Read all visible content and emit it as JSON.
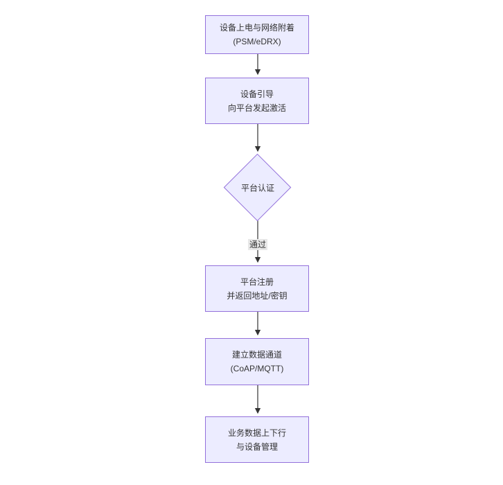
{
  "diagram": {
    "type": "flowchart",
    "direction": "top-down",
    "colors": {
      "node_fill": "#ECECFF",
      "node_border": "#9370DB",
      "text": "#333333",
      "arrow": "#333333",
      "edge_label_bg": "#e8e8e8",
      "background": "#ffffff"
    },
    "nodes": {
      "power": {
        "shape": "rect",
        "line1": "设备上电与网络附着",
        "line2": "(PSM/eDRX)"
      },
      "boot": {
        "shape": "rect",
        "line1": "设备引导",
        "line2": "向平台发起激活"
      },
      "auth": {
        "shape": "diamond",
        "label": "平台认证"
      },
      "register": {
        "shape": "rect",
        "line1": "平台注册",
        "line2": "并返回地址/密钥"
      },
      "channel": {
        "shape": "rect",
        "line1": "建立数据通道",
        "line2": "(CoAP/MQTT)"
      },
      "business": {
        "shape": "rect",
        "line1": "业务数据上下行",
        "line2": "与设备管理"
      }
    },
    "edges": [
      {
        "from": "power",
        "to": "boot",
        "label": ""
      },
      {
        "from": "boot",
        "to": "auth",
        "label": ""
      },
      {
        "from": "auth",
        "to": "register",
        "label": "通过"
      },
      {
        "from": "register",
        "to": "channel",
        "label": ""
      },
      {
        "from": "channel",
        "to": "business",
        "label": ""
      }
    ],
    "pass_label": "通过"
  }
}
